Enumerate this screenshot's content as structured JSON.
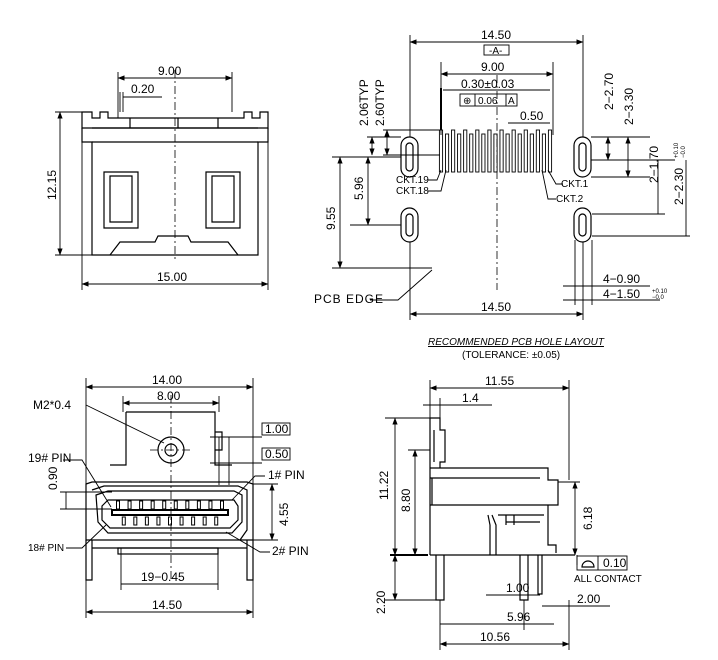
{
  "top_left_view": {
    "dim_9_00": "9.00",
    "dim_0_20": "0.20",
    "dim_12_15": "12.15",
    "dim_15_00": "15.00"
  },
  "top_right_view": {
    "dim_14_50_top": "14.50",
    "datum_a": "-A-",
    "dim_9_00": "9.00",
    "dim_0_30": "0.30±0.03",
    "position_tolerance_symbol": "⊕",
    "position_tolerance_value": "0.06",
    "position_tolerance_datum": "A",
    "dim_0_50": "0.50",
    "dim_2_06typ": "2.06TYP",
    "dim_2_60typ": "2.60TYP",
    "dim_2_2_70": "2−2.70",
    "dim_2_3_30": "2−3.30",
    "dim_2_1_70": "2−1.70",
    "dim_2_2_30": "2−2.30",
    "dim_2_2_30_tol_plus": "+0.10",
    "dim_2_2_30_tol_minus": "−0.0",
    "dim_5_96": "5.96",
    "dim_9_55": "9.55",
    "ckt19": "CKT.19",
    "ckt18": "CKT.18",
    "ckt1": "CKT.1",
    "ckt2": "CKT.2",
    "dim_4_0_90": "4−0.90",
    "dim_4_1_50": "4−1.50",
    "dim_4_1_50_tol_plus": "+0.10",
    "dim_4_1_50_tol_minus": "−0.0",
    "pcb_edge": "PCB EDGE",
    "dim_14_50_bottom": "14.50",
    "layout_title": "RECOMMENDED PCB HOLE LAYOUT",
    "layout_tolerance": "(TOLERANCE: ±0.05)"
  },
  "bottom_left_view": {
    "dim_14_00": "14.00",
    "dim_8_00": "8.00",
    "screw": "M2*0.4",
    "box_1_00": "1.00",
    "box_0_50": "0.50",
    "pin19": "19# PIN",
    "pin1": "1# PIN",
    "dim_0_90": "0.90",
    "dim_4_55": "4.55",
    "pin18": "18# PIN",
    "pin2": "2# PIN",
    "dim_19_0_45": "19−0.45",
    "dim_14_50": "14.50"
  },
  "bottom_right_view": {
    "dim_11_55": "11.55",
    "dim_1_4": "1.4",
    "dim_11_22": "11.22",
    "dim_8_80": "8.80",
    "dim_6_18": "6.18",
    "flatness_value": "0.10",
    "all_contact": "ALL CONTACT",
    "dim_1_00": "1.00",
    "dim_2_20": "2.20",
    "dim_2_00": "2.00",
    "dim_5_96": "5.96",
    "dim_10_56": "10.56"
  }
}
